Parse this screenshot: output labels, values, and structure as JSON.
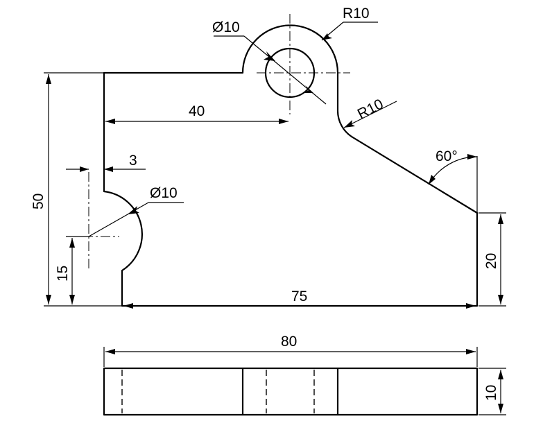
{
  "front_view": {
    "labels": {
      "hole_diameter": "Ø10",
      "boss_radius": "R10",
      "fillet_radius": "R10",
      "hole_offset": "40",
      "notch_depth": "3",
      "notch_diameter": "Ø10",
      "overall_height": "50",
      "notch_height": "15",
      "base_length": "75",
      "right_height": "20",
      "slope_angle": "60°"
    }
  },
  "top_view": {
    "labels": {
      "overall_length": "80",
      "thickness": "10"
    }
  }
}
